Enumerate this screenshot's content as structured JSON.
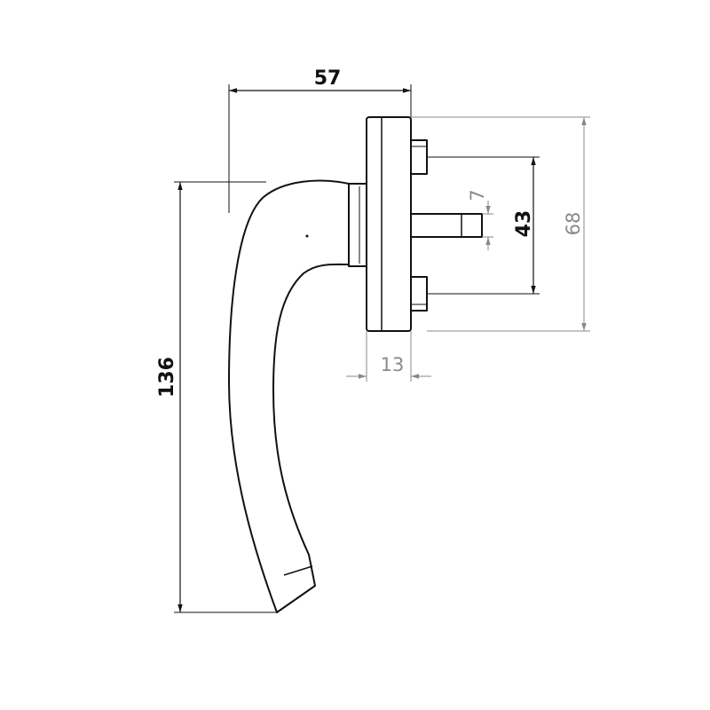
{
  "drawing": {
    "subject": "window handle technical drawing",
    "line_color": "#111111",
    "secondary_dim_color": "#888888"
  },
  "dimensions": {
    "width": "57",
    "height": "136",
    "base_thickness": "13",
    "spindle_size": "7",
    "screw_spacing": "43",
    "base_height": "68"
  }
}
